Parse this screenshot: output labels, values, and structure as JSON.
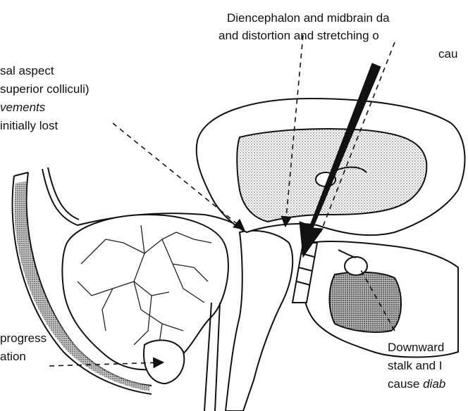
{
  "labels": {
    "top_right": {
      "line1": "Diencephalon and midbrain da",
      "line2": "and distortion and stretching o",
      "line3": "cau"
    },
    "top_left": {
      "line1": "sal aspect",
      "line2": "superior colliculi)",
      "line3_italic": "vements",
      "line4": "initially lost"
    },
    "bottom_left": {
      "line1": "progress",
      "line2": "ation"
    },
    "bottom_right": {
      "line1": "Downward",
      "line2": "stalk and I",
      "line3_prefix": "cause ",
      "line3_italic": "diab"
    }
  }
}
